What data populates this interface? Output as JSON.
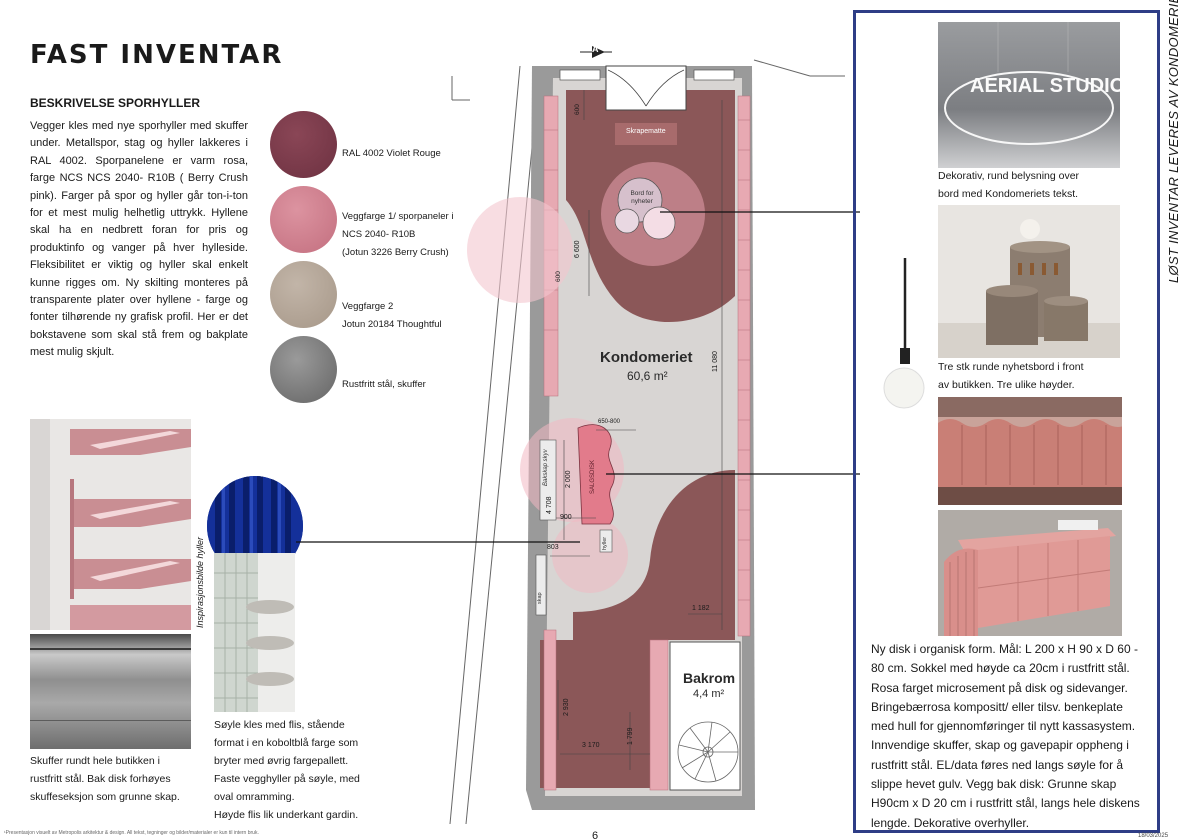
{
  "title": "FAST INVENTAR",
  "subtitle": "BESKRIVELSE SPORHYLLER",
  "description": "Vegger kles med nye sporhyller med skuffer under. Metallspor, stag og hyller lakkeres i RAL 4002. Sporpanelene er varm rosa, farge NCS NCS 2040- R10B ( Berry Crush pink). Farger på spor og hyller går ton-i-ton for et mest mulig helhetlig uttrykk. Hyllene skal ha en nedbrett foran for pris og produktinfo og vanger på hver hylleside. Fleksibilitet er viktig og hyller skal enkelt kunne rigges om. Ny skilting monteres på transparente plater over hyllene - farge og fonter tilhørende ny grafisk profil. Her er det bokstavene som skal stå frem og bakplate mest mulig skjult.",
  "swatches": [
    {
      "color": "#7a3a4a",
      "lines": [
        "RAL 4002 Violet Rouge"
      ]
    },
    {
      "color": "#cf7f8e",
      "lines": [
        "Veggfarge 1/ sporpaneler i",
        "NCS  2040- R10B",
        "(Jotun 3226 Berry Crush)"
      ]
    },
    {
      "color": "#b3a598",
      "lines": [
        "Veggfarge 2",
        "Jotun 20184 Thoughtful"
      ]
    },
    {
      "color": "#7a7a7a",
      "lines": [
        "Rustfritt stål, skuffer"
      ]
    }
  ],
  "inspiration_label": "Inspirasjonsbilde hyller",
  "caption_drawers": [
    "Skuffer rundt hele butikken i",
    "rustfritt stål. Bak disk forhøyes",
    "skuffeseksjon som grunne skap."
  ],
  "caption_column": [
    "Søyle kles med flis, stående",
    "format i en koboltblå farge som",
    "bryter med øvrig fargepallett.",
    "Faste vegghyller på søyle, med",
    "oval omramming.",
    "Høyde flis lik underkant gardin."
  ],
  "floorplan": {
    "store_name": "Kondomeriet",
    "store_area": "60,6 m²",
    "back_room": "Bakrom",
    "back_area": "4,4 m²",
    "door_mat": "Skrapematte",
    "table_label": "Bord for nyheter",
    "desk_label": "SALGSDISK",
    "backwall_label": "Bakskap skyv",
    "shelf_label": "hyller",
    "cabinet_label": "skap",
    "dims": {
      "d600a": "600",
      "d600b": "600",
      "d6600": "6 600",
      "d11080": "11 080",
      "d650": "650-800",
      "d2000": "2 000",
      "d4708": "4 708",
      "d900": "900",
      "d803": "803",
      "d1182": "1 182",
      "d2930": "2 930",
      "d3170": "3 170",
      "d1799": "1 799"
    },
    "section": "A"
  },
  "right_title": "LØST INVENTAR LEVERES AV KONDOMERIET",
  "neon_text": "AERIAL STUDIO",
  "caption_light": [
    "Dekorativ, rund belysning over",
    "bord med Kondomeriets tekst."
  ],
  "caption_tables": [
    "Tre stk runde nyhetsbord i front",
    "av butikken. Tre ulike høyder."
  ],
  "caption_desk": [
    "Ny disk i organisk form. Mål: L 200 x H 90 x D 60 -",
    "80 cm. Sokkel med høyde ca 20cm i rustfritt stål.",
    "Rosa farget microsement på disk og sidevanger.",
    "Bringebærrosa kompositt/ eller tilsv. benkeplate",
    "med hull for gjennomføringer til nytt kassasystem.",
    "Innvendige skuffer, skap og gavepapir oppheng i",
    "rustfritt stål. EL/data føres ned langs søyle for å",
    "slippe hevet gulv. Vegg bak disk: Grunne skap",
    "H90cm x D 20 cm i rustfritt stål, langs hele diskens",
    "lengde. Dekorative overhyller."
  ],
  "footer_note": "¹Presentasjon visuelt av Metropolis arkitektur & design. All tekst, tegninger og bilder/materialer er kun til intern bruk.",
  "page_number": "6",
  "date": "18/03/2025"
}
